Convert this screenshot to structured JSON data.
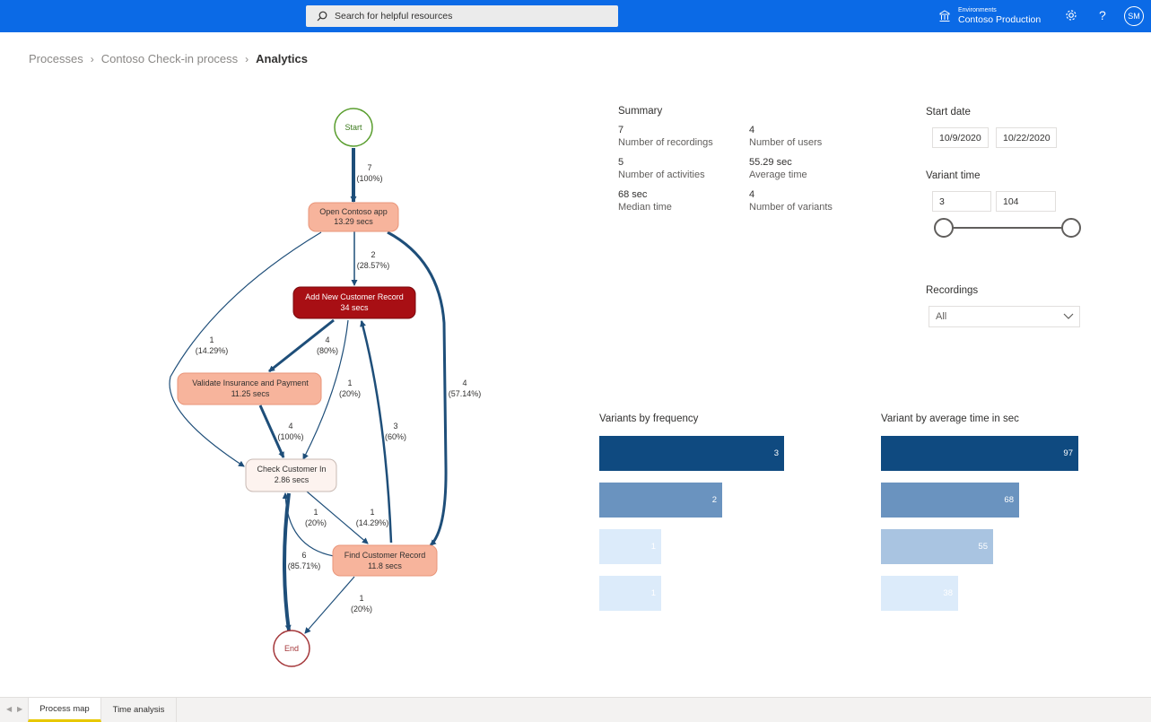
{
  "topbar": {
    "search_placeholder": "Search for helpful resources",
    "environment_label": "Environments",
    "environment_name": "Contoso Production",
    "avatar_initials": "SM",
    "brand_color": "#0b6ae6"
  },
  "breadcrumb": {
    "items": [
      "Processes",
      "Contoso Check-in process"
    ],
    "current": "Analytics"
  },
  "process_map": {
    "nodes": [
      {
        "label": "Start"
      },
      {
        "label": "Open Contoso app",
        "time": "13.29 secs"
      },
      {
        "label": "Add New Customer Record",
        "time": "34 secs"
      },
      {
        "label": "Validate Insurance and Payment",
        "time": "11.25 secs"
      },
      {
        "label": "Check Customer In",
        "time": "2.86 secs"
      },
      {
        "label": "Find Customer Record",
        "time": "11.8 secs"
      },
      {
        "label": "End"
      }
    ],
    "edges": [
      {
        "count": "7",
        "pct": "(100%)"
      },
      {
        "count": "2",
        "pct": "(28.57%)"
      },
      {
        "count": "1",
        "pct": "(14.29%)"
      },
      {
        "count": "4",
        "pct": "(57.14%)"
      },
      {
        "count": "4",
        "pct": "(80%)"
      },
      {
        "count": "1",
        "pct": "(20%)"
      },
      {
        "count": "4",
        "pct": "(100%)"
      },
      {
        "count": "3",
        "pct": "(60%)"
      },
      {
        "count": "1",
        "pct": "(20%)"
      },
      {
        "count": "1",
        "pct": "(14.29%)"
      },
      {
        "count": "6",
        "pct": "(85.71%)"
      },
      {
        "count": "1",
        "pct": "(20%)"
      }
    ]
  },
  "summary": {
    "title": "Summary",
    "stats": [
      {
        "value": "7",
        "label": "Number of recordings"
      },
      {
        "value": "4",
        "label": "Number of users"
      },
      {
        "value": "5",
        "label": "Number of activities"
      },
      {
        "value": "55.29 sec",
        "label": "Average time"
      },
      {
        "value": "68 sec",
        "label": "Median time"
      },
      {
        "value": "4",
        "label": "Number of variants"
      }
    ]
  },
  "filters": {
    "start_date_label": "Start date",
    "start_date_from": "10/9/2020",
    "start_date_to": "10/22/2020",
    "variant_time_label": "Variant time",
    "variant_time_min": "3",
    "variant_time_max": "104",
    "recordings_label": "Recordings",
    "recordings_value": "All"
  },
  "chart_data": [
    {
      "type": "bar",
      "title": "Variants by frequency",
      "values": [
        3,
        2,
        1,
        1
      ],
      "xlim": [
        0,
        3.4
      ],
      "colors": [
        "#0f4a80",
        "#6a93bf",
        "#dcebfa",
        "#dcebfa"
      ]
    },
    {
      "type": "bar",
      "title": "Variant by average time in sec",
      "values": [
        97,
        68,
        55,
        38
      ],
      "xlim": [
        0,
        97
      ],
      "colors": [
        "#0f4a80",
        "#6a93bf",
        "#a9c4e1",
        "#dcebfa"
      ]
    }
  ],
  "tabs": [
    {
      "label": "Process map",
      "active": true
    },
    {
      "label": "Time analysis",
      "active": false
    }
  ]
}
